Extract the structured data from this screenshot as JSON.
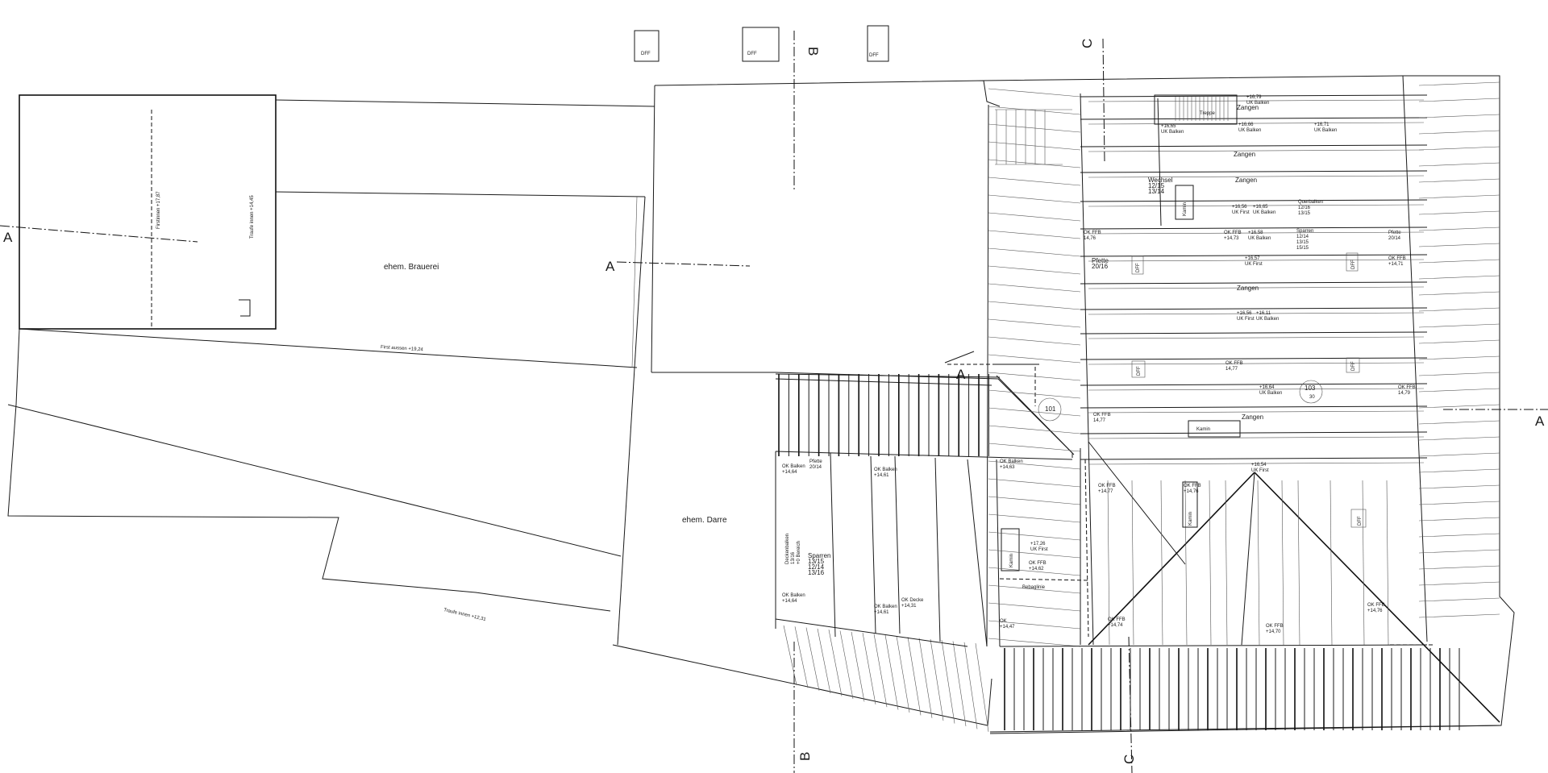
{
  "section_markers": {
    "a_left": "A",
    "a_mid": "A",
    "a_top": "A",
    "a_right": "A",
    "b_top": "B",
    "b_bottom": "B",
    "c_top": "C",
    "c_bottom": "C"
  },
  "rooms": {
    "brauerei": "ehem. Brauerei",
    "darre": "ehem. Darre",
    "room_101": "101",
    "room_103": "103",
    "room_103_sub": "30"
  },
  "elevations": {
    "firstinnen": "Firstinnen +17,87",
    "traufe_innen_top": "Traufe innen +14,45",
    "first_aussen": "First aussen +19,24",
    "traufe_innen_bottom": "Traufe innen +12,31"
  },
  "dff_label": "DFF",
  "kamin_label": "Kamin",
  "right_wing": {
    "treppe": "Treppe",
    "zangen": "Zangen",
    "uk_balken_1": "+16,79\nUK Balken",
    "uk_balken_2": "+16,65\nUK Balken",
    "uk_balken_3": "+16,66\nUK Balken",
    "uk_balken_4": "+16,71\nUK Balken",
    "wechsel": "Wechsel\n12/15\n13/14",
    "first_1": "+16,56\nUK First",
    "uk_balken_5": "+16,65\nUK Balken",
    "querbalken": "Querbalken\n12/16\n13/15",
    "ok_ffb_1": "OK FFB\n14,76",
    "ok_ffb_2": "OK FFB\n+14,73",
    "uk_balken_6": "+16,58\nUK Balken",
    "sparren_1": "Sparren\n12/14\n13/15\n15/15",
    "pfette_r": "Pfette\n20/14",
    "pfette_l": "Pfette\n20/16",
    "first_2": "+16,57\nUK First",
    "ok_ffb_3": "OK FFB\n+14,71",
    "first_3": "+16,56\nUK First",
    "uk_balken_7": "+16,11\nUK Balken",
    "ok_ffb_4": "OK FFB\n14,77",
    "uk_balken_8": "+16,64\nUK Balken",
    "ok_ffb_5": "OK FFB\n14,79",
    "ok_ffb_6": "OK FFB\n14,77",
    "first_4": "+16,54\nUK First",
    "ok_ffb_7": "OK FFB\n+14,77",
    "ok_ffb_8": "OK FFB\n+14,76",
    "ok_ffb_9": "OK FFB\n+14,74",
    "ok_ffb_10": "OK FFB\n+14,70",
    "ok_ffb_11": "OK FFB\n+14,76"
  },
  "darre_wing": {
    "ok_balken_1": "OK Balken\n+14,64",
    "pfette": "Pfette\n20/14",
    "ok_balken_2": "OK Balken\n+14,61",
    "ok_balken_3": "OK Balken\n+14,63",
    "deckenbalken": "Deckenbalken\n13/16\n+0 Bereich",
    "sparren": "Sparren\n13/15\n12/14\n13/16",
    "first": "+17,26\nUK First",
    "ok_ffb": "OK FFB\n+14,62",
    "bebaglinie": "Bebaglinie",
    "ok_balken_4": "OK Balken\n+14,64",
    "ok_balken_5": "OK Balken\n+14,61",
    "ok_decke": "OK Decke\n+14,31",
    "ok_ffb_2": "OK\n+14,47"
  }
}
